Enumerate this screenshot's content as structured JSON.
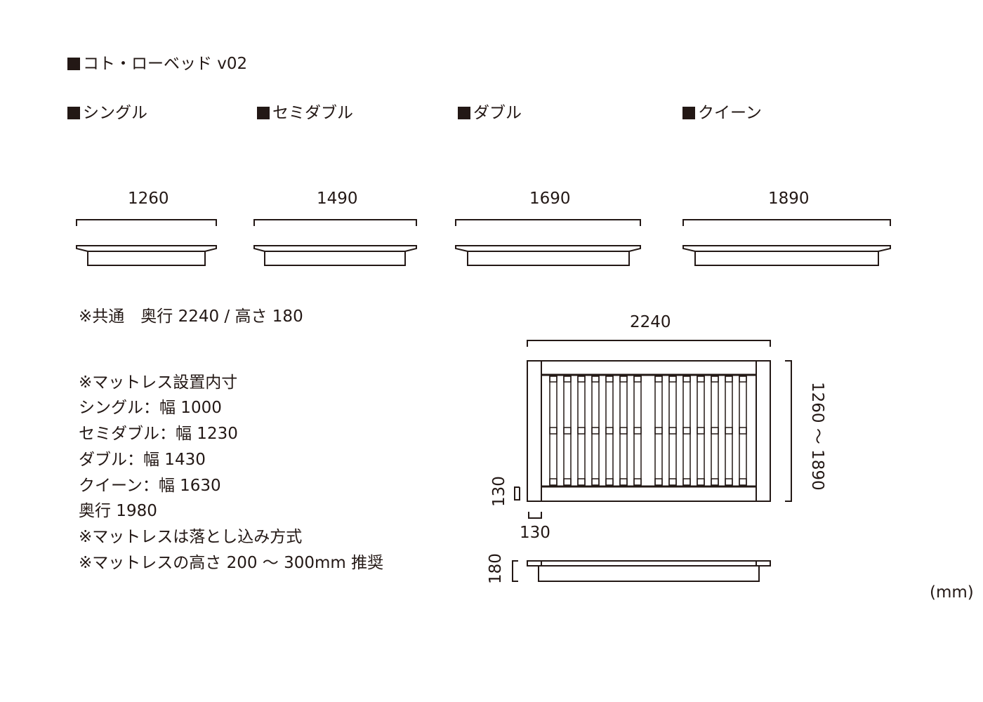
{
  "title": "コト・ローベッド v02",
  "sizes": [
    {
      "name": "シングル",
      "width": "1260"
    },
    {
      "name": "セミダブル",
      "width": "1490"
    },
    {
      "name": "ダブル",
      "width": "1690"
    },
    {
      "name": "クイーン",
      "width": "1890"
    }
  ],
  "common_note": "※共通　奥行 2240 / 高さ 180",
  "mattress_notes": [
    "※マットレス設置内寸",
    "シングル：幅 1000",
    "セミダブル：幅 1230",
    "ダブル：幅 1430",
    "クイーン：幅 1630",
    "奥行 1980",
    "※マットレスは落とし込み方式",
    "※マットレスの高さ 200 ～ 300mm 推奨"
  ],
  "plan_dims": {
    "length": "2240",
    "width_range": "1260 ～ 1890",
    "rail_width": "130",
    "post_width": "130",
    "height": "180"
  },
  "unit": "(mm)"
}
